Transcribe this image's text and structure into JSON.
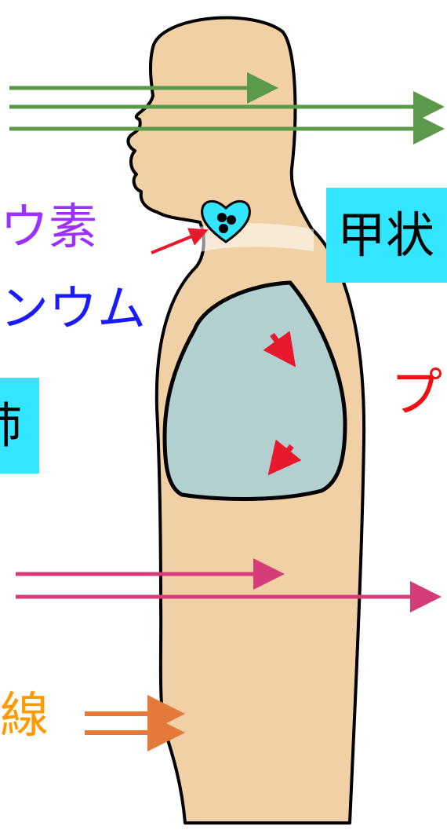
{
  "colors": {
    "skin": "#f1d0a6",
    "outline": "#000000",
    "lung_fill": "#b2d0d0",
    "cyan": "#33e6ff",
    "green_arrow": "#5b9a4a",
    "pink_arrow": "#d63b7a",
    "orange_arrow": "#e37a3a",
    "red_arrow": "#e8192c",
    "purple_text": "#9b30ff",
    "blue_text": "#1a1aff",
    "orange_text": "#ff9900",
    "red_text": "#ee1111"
  },
  "labels": {
    "iodine": "ウ素",
    "ium": "ンウム",
    "lung": "肺",
    "thyroid": "甲状",
    "pu": "プ",
    "ray": "線"
  },
  "icons": {
    "thyroid_marker": "heart-icon"
  }
}
